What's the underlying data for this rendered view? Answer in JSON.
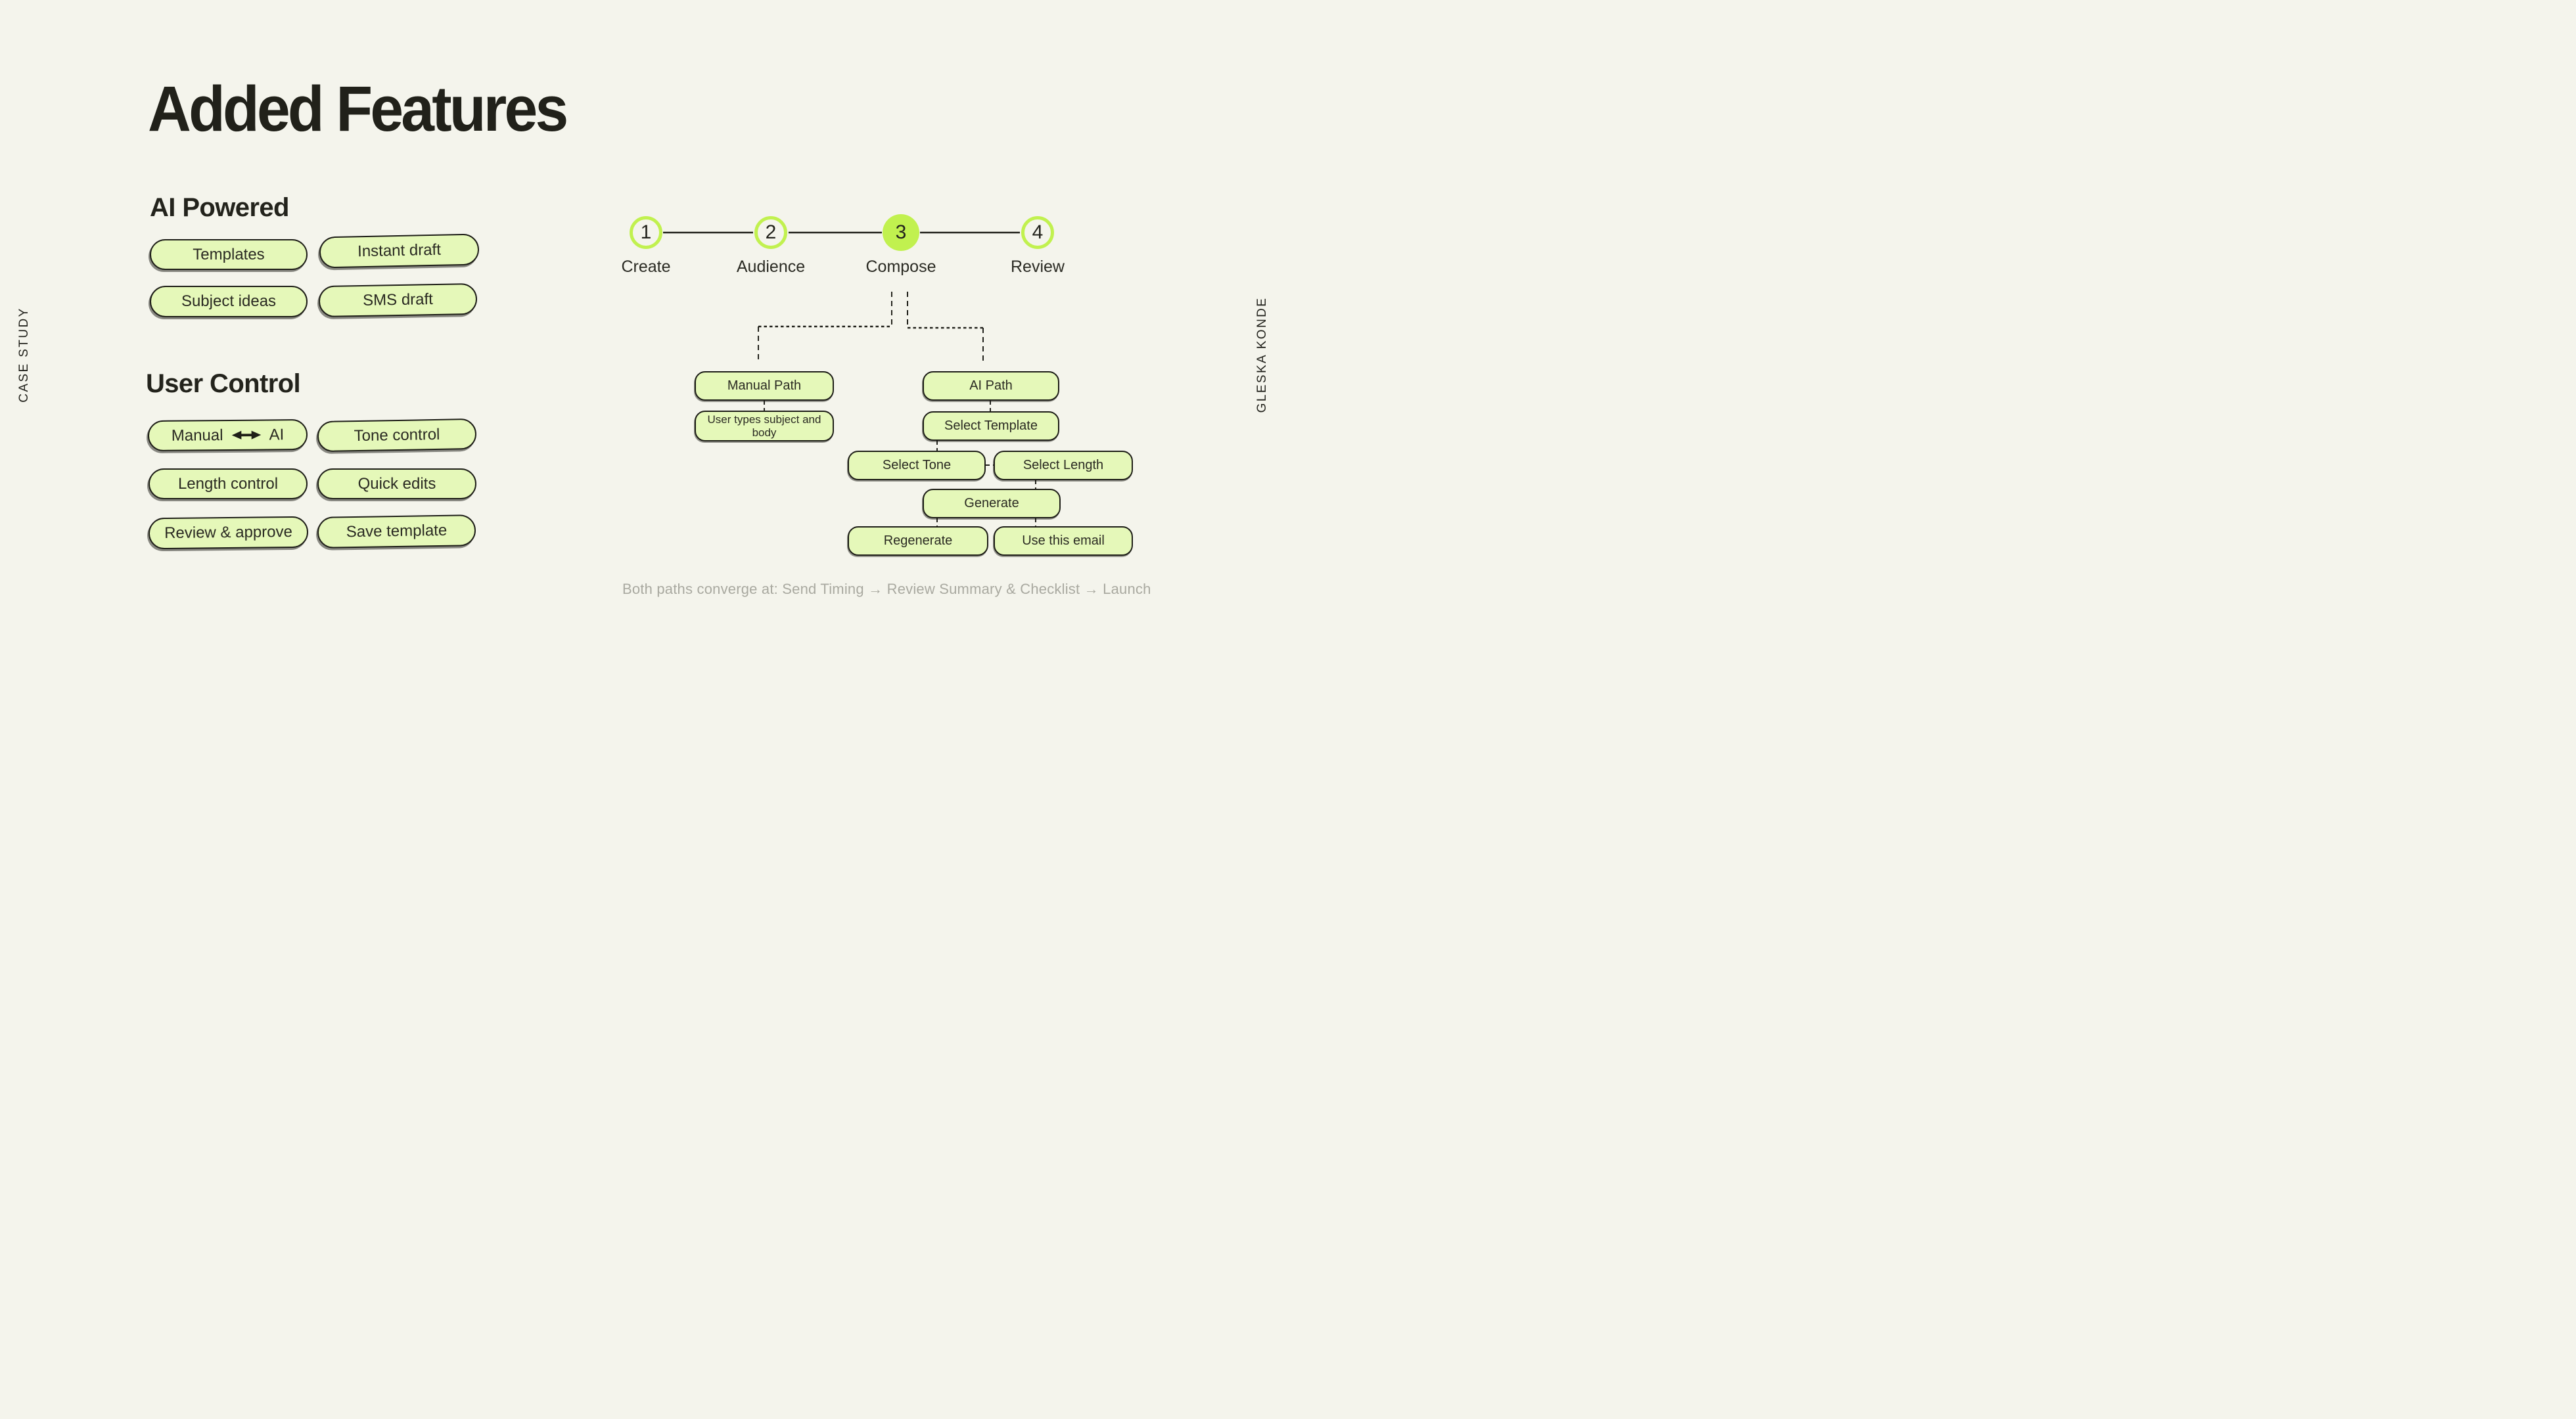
{
  "meta": {
    "background": "#F4F4EC",
    "accent": "#C1F14F",
    "pill_fill": "#E5F8B9",
    "ink": "#1F1F18",
    "muted": "#A9A9A0"
  },
  "side_labels": {
    "left": "CASE STUDY",
    "right": "GLESKA KONDE"
  },
  "title": "Added Features",
  "ai_section": {
    "heading": "AI Powered",
    "pills": {
      "templates": "Templates",
      "instant_draft": "Instant draft",
      "subject_ideas": "Subject ideas",
      "sms_draft": "SMS draft"
    }
  },
  "user_section": {
    "heading": "User Control",
    "pills": {
      "manual": "Manual",
      "ai": "AI",
      "tone": "Tone control",
      "length": "Length control",
      "quick": "Quick edits",
      "review": "Review & approve",
      "save": "Save template"
    }
  },
  "stepper": {
    "active_step": "3",
    "steps": [
      {
        "num": "1",
        "label": "Create"
      },
      {
        "num": "2",
        "label": "Audience"
      },
      {
        "num": "3",
        "label": "Compose"
      },
      {
        "num": "4",
        "label": "Review"
      }
    ]
  },
  "flow": {
    "manual_path": "Manual Path",
    "user_types": "User types subject and body",
    "ai_path": "AI Path",
    "select_template": "Select Template",
    "select_tone": "Select Tone",
    "select_length": "Select Length",
    "generate": "Generate",
    "regenerate": "Regenerate",
    "use_email": "Use this email"
  },
  "footnote": "Both paths converge at: Send Timing → Review Summary & Checklist → Launch",
  "icons": {
    "manual_ai_arrow": "bidirectional-arrow"
  }
}
